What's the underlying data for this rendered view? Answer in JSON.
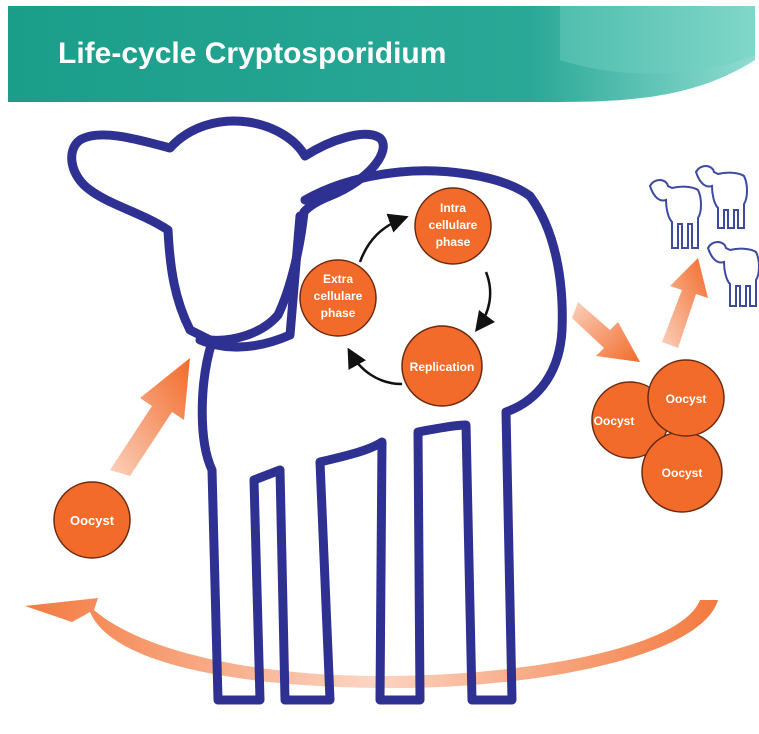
{
  "title": "Life-cycle Cryptosporidium",
  "colors": {
    "banner_left": "#1a9e8a",
    "banner_right": "#5ec9b9",
    "calf_outline": "#2e3192",
    "node_fill": "#f26b2a",
    "node_stroke": "#6b2a10",
    "arrow_fill": "#f58a5c",
    "cycle_arrow": "#111111",
    "herd_outline": "#3d4aa0"
  },
  "nodes": {
    "oocyst_ground": "Oocyst",
    "extra_cellulare": [
      "Extra",
      "cellulare",
      "phase"
    ],
    "intra_cellulare": [
      "Intra",
      "cellulare",
      "phase"
    ],
    "replication": "Replication",
    "oocyst_shed_1": "Oocyst",
    "oocyst_shed_2": "Oocyst",
    "oocyst_shed_3": "Oocyst"
  },
  "icons": {
    "calf": "calf-outline-icon",
    "herd": "herd-of-calves-icon"
  }
}
